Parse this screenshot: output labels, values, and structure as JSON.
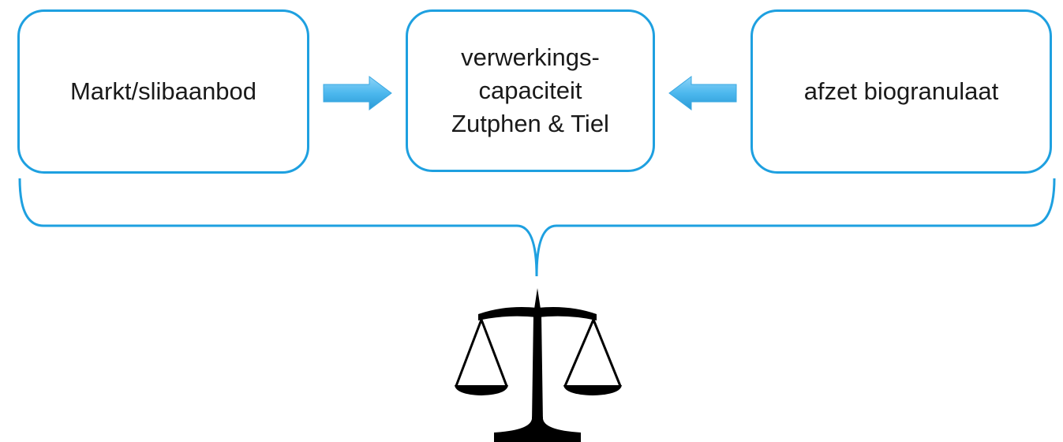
{
  "diagram": {
    "boxes": [
      {
        "id": "left",
        "lines": [
          "Markt/slibaanbod"
        ]
      },
      {
        "id": "center",
        "lines": [
          "verwerkings-",
          "capaciteit",
          "Zutphen & Tiel"
        ]
      },
      {
        "id": "right",
        "lines": [
          "afzet biogranulaat"
        ]
      }
    ],
    "arrows": [
      {
        "from": "left",
        "to": "center",
        "direction": "right"
      },
      {
        "from": "right",
        "to": "center",
        "direction": "left"
      }
    ],
    "bracket": {
      "spans": [
        "left",
        "center",
        "right"
      ],
      "points_to": "scale-icon"
    },
    "icon": "balance-scale-icon",
    "colors": {
      "box_border": "#1ea0e0",
      "arrow_fill": "#4cb8ee",
      "bracket": "#1ea0e0",
      "scale": "#000000"
    }
  }
}
